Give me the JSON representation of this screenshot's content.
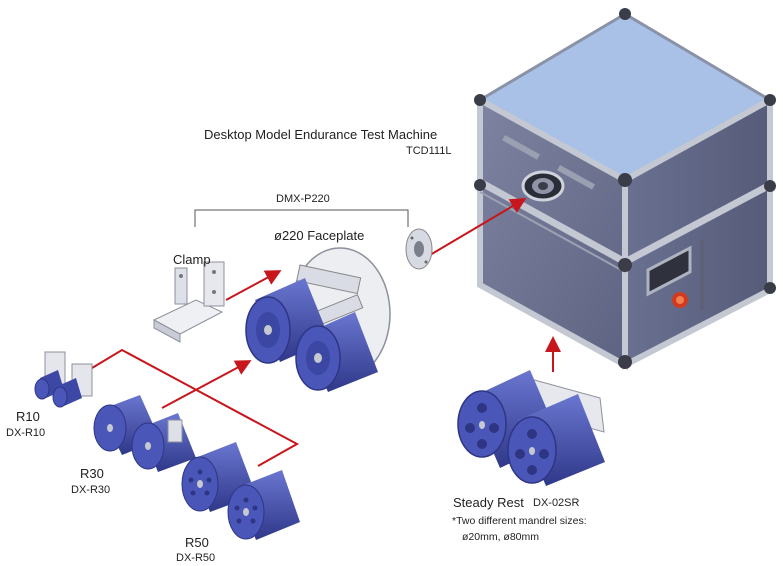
{
  "machine": {
    "title": "Desktop Model Endurance Test Machine",
    "model": "TCD111L"
  },
  "faceplate_kit": {
    "code": "DMX-P220",
    "name": "ø220 Faceplate"
  },
  "clamp": {
    "label": "Clamp"
  },
  "mandrels": [
    {
      "size": "R10",
      "code": "DX-R10"
    },
    {
      "size": "R30",
      "code": "DX-R30"
    },
    {
      "size": "R50",
      "code": "DX-R50"
    }
  ],
  "steady_rest": {
    "name": "Steady Rest",
    "code": "DX-02SR",
    "note_line1": "*Two different mandrel sizes:",
    "note_line2": "ø20mm, ø80mm"
  },
  "colors": {
    "arrow": "#c8161d",
    "roller_blue": "#4a56b8",
    "roller_dark": "#2e3684",
    "machine_panel": "#6f7590",
    "machine_top": "#a9c1e6",
    "frame": "#c4c8d2"
  }
}
